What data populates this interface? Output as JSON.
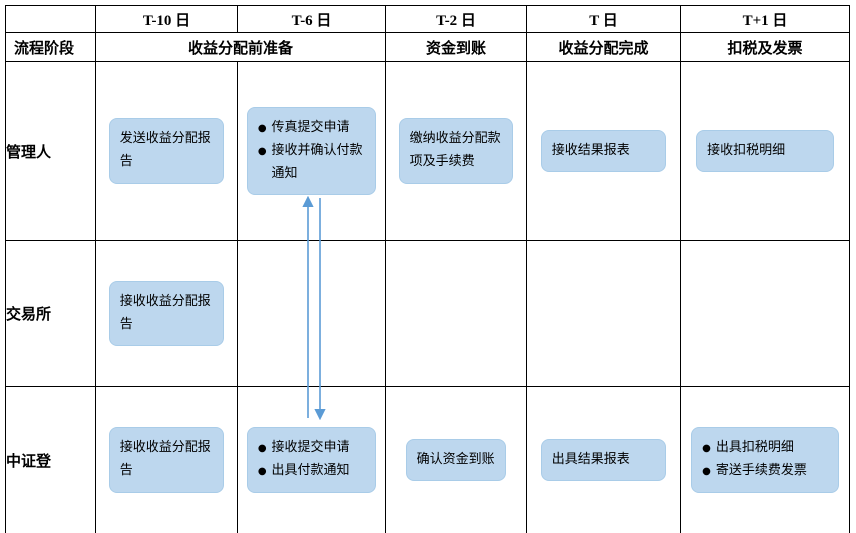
{
  "colors": {
    "box_fill": "#BDD7EE",
    "box_border": "#A9CCE8",
    "arrow": "#5B9BD5",
    "grid_line": "#000000",
    "text": "#000000"
  },
  "glyphs": {
    "bullet": "●"
  },
  "header": {
    "times": [
      "T-10 日",
      "T-6 日",
      "T-2 日",
      "T 日",
      "T+1 日"
    ],
    "stage_label": "流程阶段",
    "phases": [
      "收益分配前准备",
      "资金到账",
      "收益分配完成",
      "扣税及发票"
    ]
  },
  "rows": [
    {
      "label": "管理人",
      "boxes": {
        "t10": "发送收益分配报告",
        "t6": [
          "传真提交申请",
          "接收并确认付款通知"
        ],
        "t2": "缴纳收益分配款项及手续费",
        "t": "接收结果报表",
        "t1": "接收扣税明细"
      }
    },
    {
      "label": "交易所",
      "boxes": {
        "t10": "接收收益分配报告"
      }
    },
    {
      "label": "中证登",
      "boxes": {
        "t10": "接收收益分配报告",
        "t6": [
          "接收提交申请",
          "出具付款通知"
        ],
        "t2": "确认资金到账",
        "t": "出具结果报表",
        "t1": [
          "出具扣税明细",
          "寄送手续费发票"
        ]
      }
    }
  ]
}
